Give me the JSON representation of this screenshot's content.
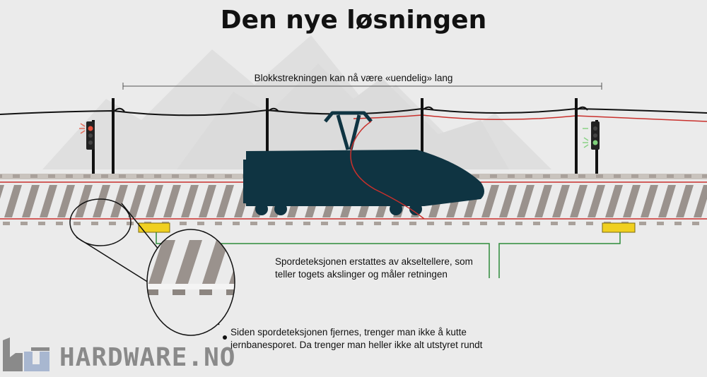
{
  "title": "Den nye løsningen",
  "block_section_caption": "Blokkstrekningen kan nå være «uendelig» lang",
  "axle_counter_caption": {
    "line1": "Spordeteksjonen erstattes av akseltellere, som",
    "line2": "teller togets akslinger og måler retningen"
  },
  "track_detection_caption": {
    "line1": "Siden spordeteksjonen fjernes, trenger man ikke å kutte",
    "line2": "jernbanesporet. Da trenger man heller ikke alt utstyret rundt"
  },
  "brand": {
    "name": "HARDWARE.NO",
    "icon": "hw-logo-icon"
  },
  "colors": {
    "background": "#ebebeb",
    "train": "#0f3442",
    "sleeper": "#9a928d",
    "rail_red": "#c9302c",
    "axle_counter": "#f0d020",
    "wire_green": "#2e8b3a",
    "signal_red": "#e8503a",
    "signal_green": "#7fd07a"
  },
  "signals": [
    {
      "name": "left-signal",
      "aspect": "red"
    },
    {
      "name": "right-signal",
      "aspect": "green"
    }
  ]
}
